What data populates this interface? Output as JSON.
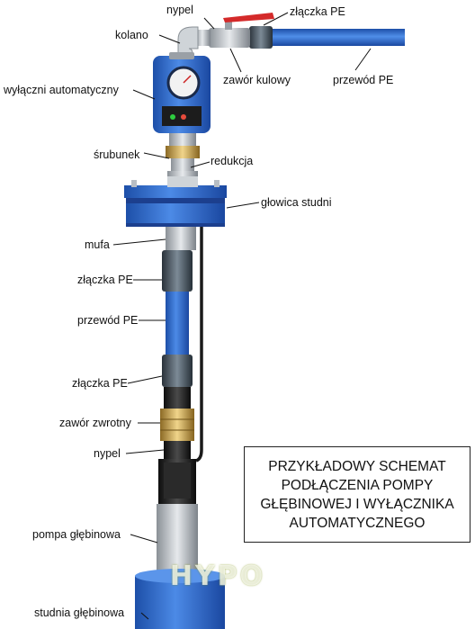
{
  "labels": {
    "nypel_top": "nypel",
    "zlaczka_pe_top": "złączka PE",
    "kolano": "kolano",
    "zawor_kulowy": "zawór kulowy",
    "przewod_pe_top": "przewód PE",
    "wylacznik": "wyłączni automatyczny",
    "srubunek": "śrubunek",
    "redukcja": "redukcja",
    "glowica": "głowica studni",
    "mufa": "mufa",
    "zlaczka_pe_1": "złączka PE",
    "przewod_pe_mid": "przewód PE",
    "zlaczka_pe_2": "złączka PE",
    "zawor_zwrotny": "zawór zwrotny",
    "nypel_bottom": "nypel",
    "pompa": "pompa głębinowa",
    "studnia": "studnia głębinowa"
  },
  "title_lines": [
    "PRZYKŁADOWY SCHEMAT",
    "PODŁĄCZENIA POMPY",
    "GŁĘBINOWEJ I WYŁĄCZNIKA",
    "AUTOMATYCZNEGO"
  ],
  "logo": "HYPO",
  "colors": {
    "pipe_blue": "#2f6fd0",
    "pump_blue": "#2c62c9",
    "pe_fitting": "#4a5866",
    "brass": "#c9a24f",
    "valve_handle": "#d42a2a",
    "steel": "#b8bec4",
    "cable": "#1a1a1a",
    "logo_green": "#b5c21e"
  }
}
